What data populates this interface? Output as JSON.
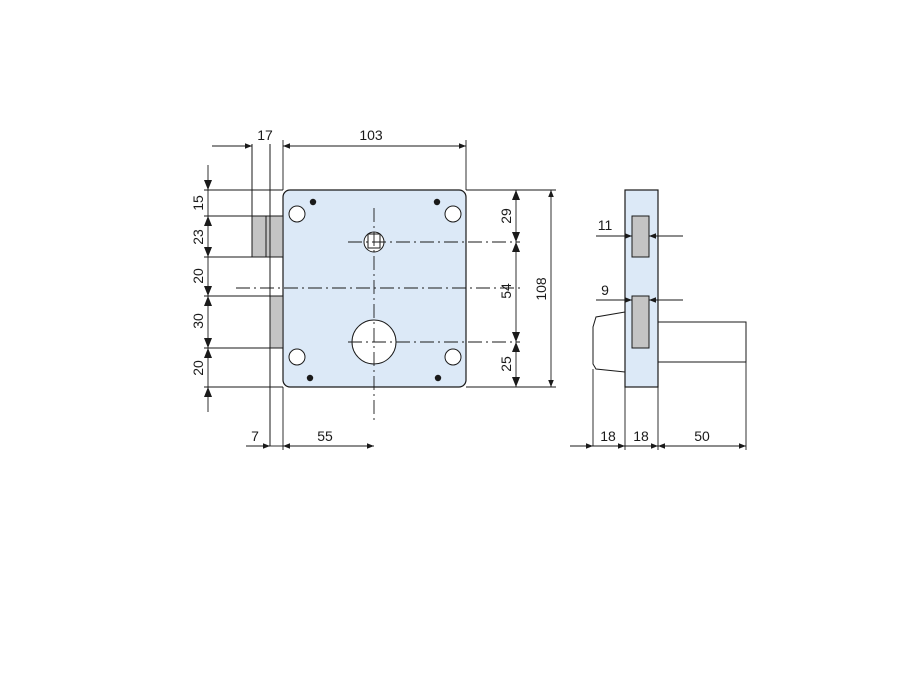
{
  "colors": {
    "body": "#dce9f7",
    "bolt": "#c4c4c4",
    "line": "#1a1a1a"
  },
  "front_view": {
    "dim_top_left": "17",
    "dim_top_width": "103",
    "dim_left_1": "15",
    "dim_left_2": "23",
    "dim_left_3": "20",
    "dim_left_4": "30",
    "dim_left_5": "20",
    "dim_right_1": "29",
    "dim_right_2": "54",
    "dim_right_3": "25",
    "dim_height": "108",
    "dim_bottom_left": "7",
    "dim_bottom_backset": "55"
  },
  "side_view": {
    "dim_bolt_upper": "11",
    "dim_bolt_lower": "9",
    "dim_bottom_1": "18",
    "dim_bottom_2": "18",
    "dim_bottom_3": "50"
  }
}
